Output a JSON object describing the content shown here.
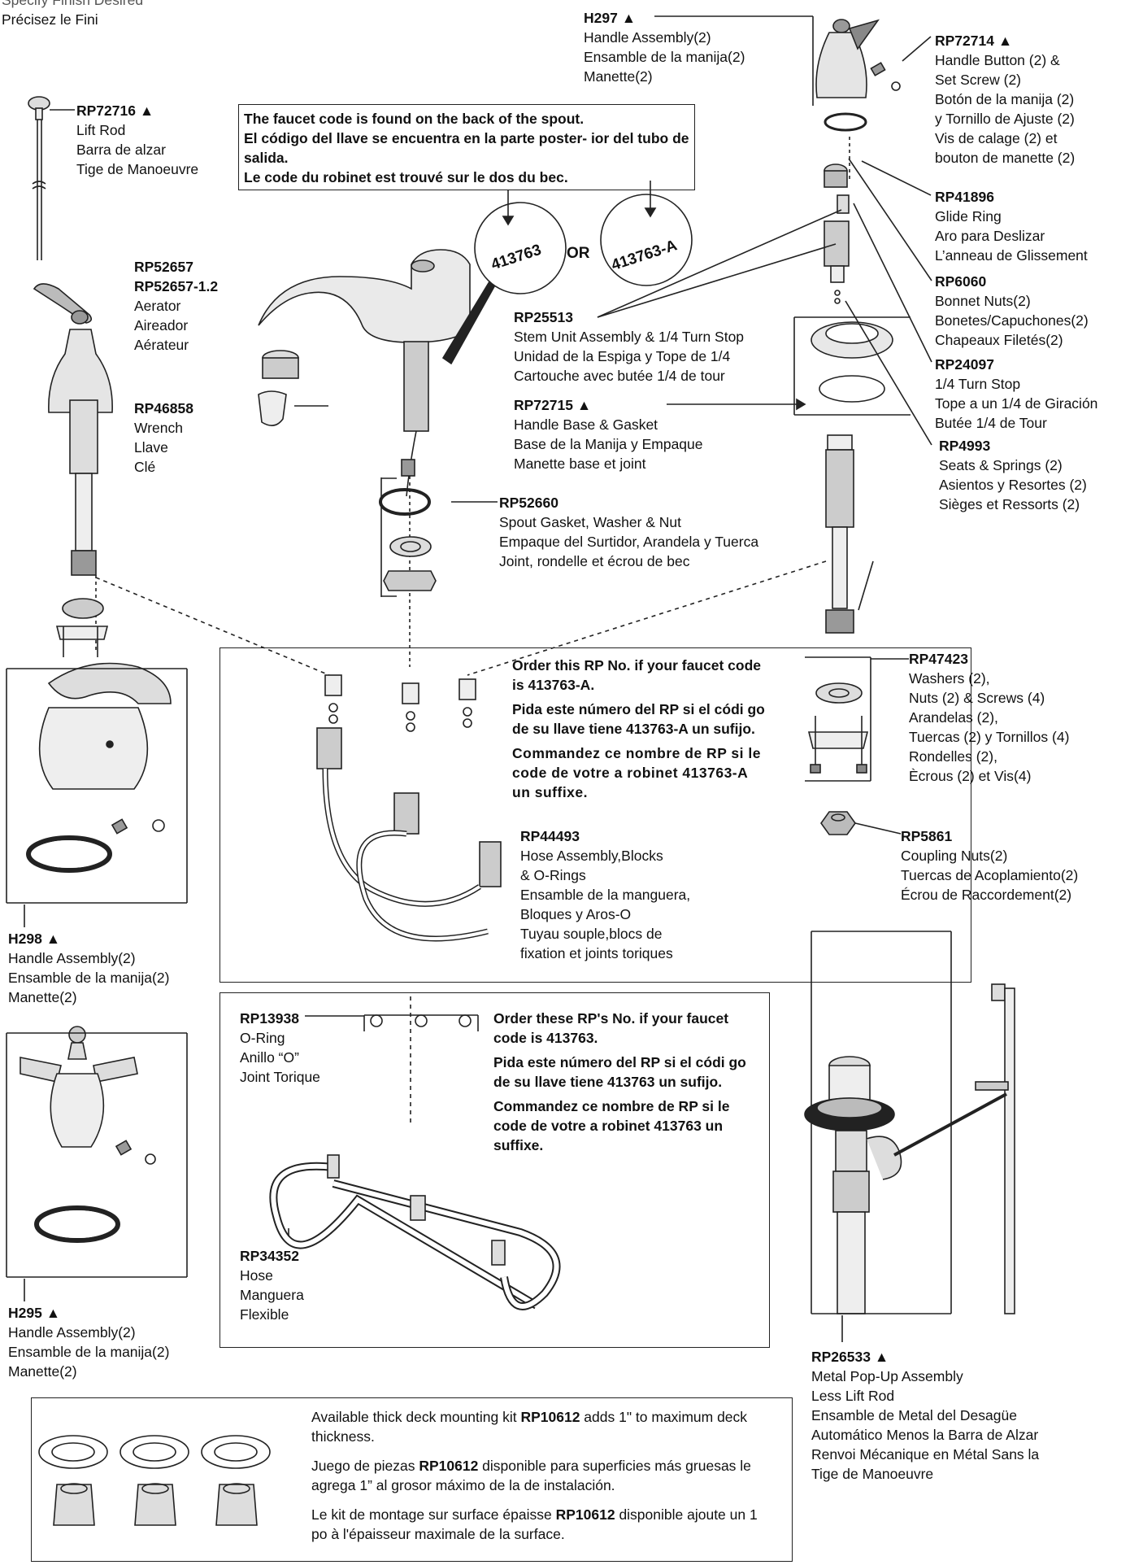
{
  "header": {
    "line1": "Specify Finish Desired",
    "line2": "Précisez le Fini"
  },
  "parts": {
    "rp72716": {
      "code": "RP72716 ▲",
      "lines": [
        "Lift Rod",
        "Barra de alzar",
        "Tige de Manoeuvre"
      ]
    },
    "rp52657": {
      "code1": "RP52657",
      "code2": "RP52657-1.2",
      "lines": [
        "Aerator",
        "Aireador",
        "Aérateur"
      ]
    },
    "rp46858": {
      "code": "RP46858",
      "lines": [
        "Wrench",
        "Llave",
        "Clé"
      ]
    },
    "h297": {
      "code": "H297 ▲",
      "lines": [
        "Handle Assembly(2)",
        "Ensamble de la manija(2)",
        "Manette(2)"
      ]
    },
    "rp72714": {
      "code": "RP72714 ▲",
      "lines": [
        "Handle Button (2) &",
        "Set Screw (2)",
        "Botón de la manija (2)",
        "y Tornillo de Ajuste (2)",
        "Vis de calage (2) et",
        "bouton de manette (2)"
      ]
    },
    "rp41896": {
      "code": "RP41896",
      "lines": [
        "Glide Ring",
        "Aro para Deslizar",
        "L’anneau de Glissement"
      ]
    },
    "rp6060": {
      "code": "RP6060",
      "lines": [
        "Bonnet Nuts(2)",
        "Bonetes/Capuchones(2)",
        "Chapeaux Filetés(2)"
      ]
    },
    "rp24097": {
      "code": "RP24097",
      "lines": [
        "1/4 Turn Stop",
        "Tope a un 1/4 de Giración",
        "Butée 1/4 de Tour"
      ]
    },
    "rp4993": {
      "code": "RP4993",
      "lines": [
        "Seats & Springs (2)",
        "Asientos y Resortes (2)",
        "Sièges et Ressorts (2)"
      ]
    },
    "rp25513": {
      "code": "RP25513",
      "lines": [
        "Stem Unit Assembly & 1/4 Turn Stop",
        "Unidad de la Espiga y Tope de 1/4",
        "Cartouche avec butée 1/4 de tour"
      ]
    },
    "rp72715": {
      "code": "RP72715 ▲",
      "lines": [
        "Handle Base & Gasket",
        "Base de la Manija y Empaque",
        "Manette base et joint"
      ]
    },
    "rp52660": {
      "code": "RP52660",
      "lines": [
        "Spout Gasket, Washer & Nut",
        "Empaque del Surtidor, Arandela y Tuerca",
        "Joint, rondelle et écrou de bec"
      ]
    },
    "rp47423": {
      "code": "RP47423",
      "lines": [
        "Washers (2),",
        "Nuts (2) & Screws (4)",
        "Arandelas (2),",
        "Tuercas (2) y Tornillos (4)",
        "Rondelles (2),",
        "Ècrous (2) et Vis(4)"
      ]
    },
    "rp5861": {
      "code": "RP5861",
      "lines": [
        "Coupling Nuts(2)",
        "Tuercas de Acoplamiento(2)",
        "Écrou de Raccordement(2)"
      ]
    },
    "rp44493": {
      "code": "RP44493",
      "lines": [
        "Hose Assembly,Blocks",
        "& O-Rings",
        "Ensamble de la manguera,",
        "Bloques y Aros-O",
        "Tuyau souple,blocs de",
        "fixation et joints toriques"
      ]
    },
    "h298": {
      "code": "H298 ▲",
      "lines": [
        "Handle Assembly(2)",
        "Ensamble de la manija(2)",
        "Manette(2)"
      ]
    },
    "h295": {
      "code": "H295 ▲",
      "lines": [
        "Handle Assembly(2)",
        "Ensamble de la manija(2)",
        "Manette(2)"
      ]
    },
    "rp13938": {
      "code": "RP13938",
      "lines": [
        "O-Ring",
        "Anillo “O”",
        "Joint Torique"
      ]
    },
    "rp34352": {
      "code": "RP34352",
      "lines": [
        "Hose",
        "Manguera",
        "Flexible"
      ]
    },
    "rp26533": {
      "code": "RP26533 ▲",
      "lines": [
        "Metal Pop-Up Assembly",
        "Less Lift Rod",
        "Ensamble de Metal del Desagüe",
        "Automático Menos la  Barra de Alzar",
        "Renvoi Mécanique en Métal Sans la",
        "Tige de Manoeuvre"
      ]
    }
  },
  "faucet_code_note": [
    "The faucet code is found on the back of the spout.",
    "El código del llave se encuentra en la parte poster- ior del tubo de salida.",
    "Le code du robinet est trouvé sur le dos du bec."
  ],
  "codes": {
    "code_a": "413763",
    "or": "OR",
    "code_b": "413763-A"
  },
  "order_a_note": [
    "Order this RP No. if your faucet code is 413763-A.",
    "Pida este número del RP si el códi go de su llave tiene 413763-A un sufijo.",
    "Commandez ce nombre de RP si le code de votre a robinet 413763-A un suffixe."
  ],
  "order_b_note": [
    "Order these RP's No. if your faucet code is 413763.",
    "Pida este número del RP si el códi go de su llave tiene 413763 un sufijo.",
    "Commandez ce nombre de RP si le code de votre a robinet 413763 un suffixe."
  ],
  "kit": {
    "en_pre": "Available thick deck mounting kit ",
    "en_code": "RP10612",
    "en_post": " adds 1\" to maximum deck thickness.",
    "es_pre": "Juego de piezas ",
    "es_code": "RP10612",
    "es_post": " disponible para superficies más gruesas le agrega 1” al grosor máximo de la de instalación.",
    "fr_pre": "Le kit de montage sur surface épaisse ",
    "fr_code": "RP10612",
    "fr_post": " disponible ajoute un 1 po à l'épaisseur maximale de la surface."
  }
}
